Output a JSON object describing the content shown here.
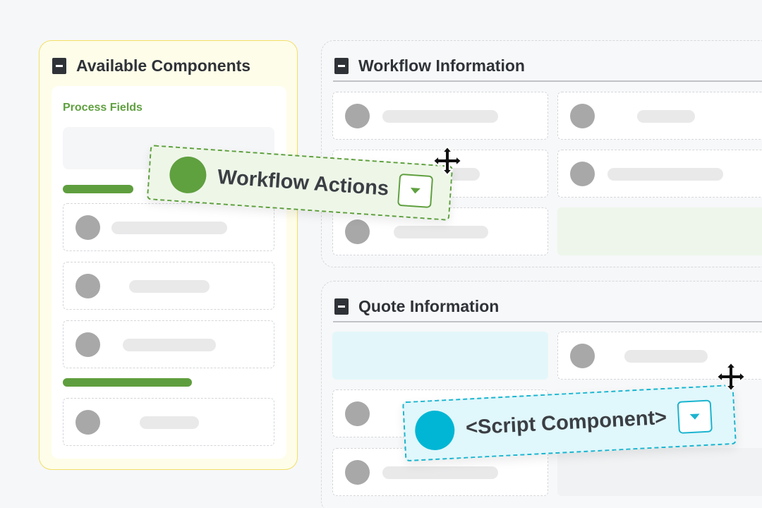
{
  "left_panel": {
    "title": "Available Components",
    "section_label": "Process Fields"
  },
  "workflow_panel": {
    "title": "Workflow Information"
  },
  "quote_panel": {
    "title": "Quote Information"
  },
  "drag_workflow_actions": {
    "label": "Workflow Actions",
    "color": "#5fa03f"
  },
  "drag_script_component": {
    "label": "<Script Component>",
    "color": "#00b6d4"
  },
  "icons": [
    "document-icon",
    "move-cursor-icon",
    "caret-down-icon"
  ]
}
